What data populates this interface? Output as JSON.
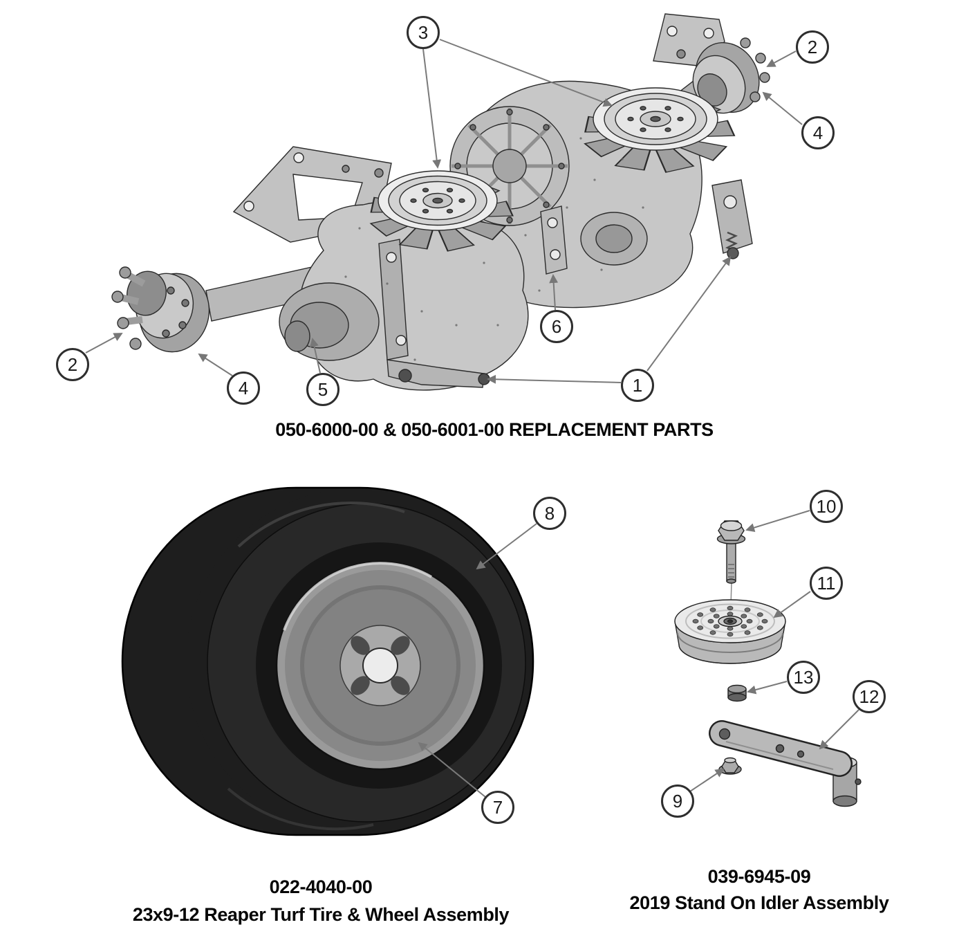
{
  "style": {
    "background": "#ffffff",
    "leader_line_color": "#777777",
    "callout_border_color": "#2e2e2e",
    "ink_color": "#1a1a1a"
  },
  "sections": {
    "transaxle": {
      "caption": "050-6000-00 & 050-6001-00 REPLACEMENT PARTS",
      "callouts": {
        "c1": "1",
        "c2a": "2",
        "c2b": "2",
        "c3": "3",
        "c4a": "4",
        "c4b": "4",
        "c5": "5",
        "c6": "6"
      }
    },
    "tire": {
      "part_number": "022-4040-00",
      "caption": "23x9-12 Reaper Turf Tire & Wheel Assembly",
      "callouts": {
        "c7": "7",
        "c8": "8"
      }
    },
    "idler": {
      "part_number": "039-6945-09",
      "caption": "2019 Stand On Idler Assembly",
      "callouts": {
        "c9": "9",
        "c10": "10",
        "c11": "11",
        "c12": "12",
        "c13": "13"
      }
    }
  }
}
